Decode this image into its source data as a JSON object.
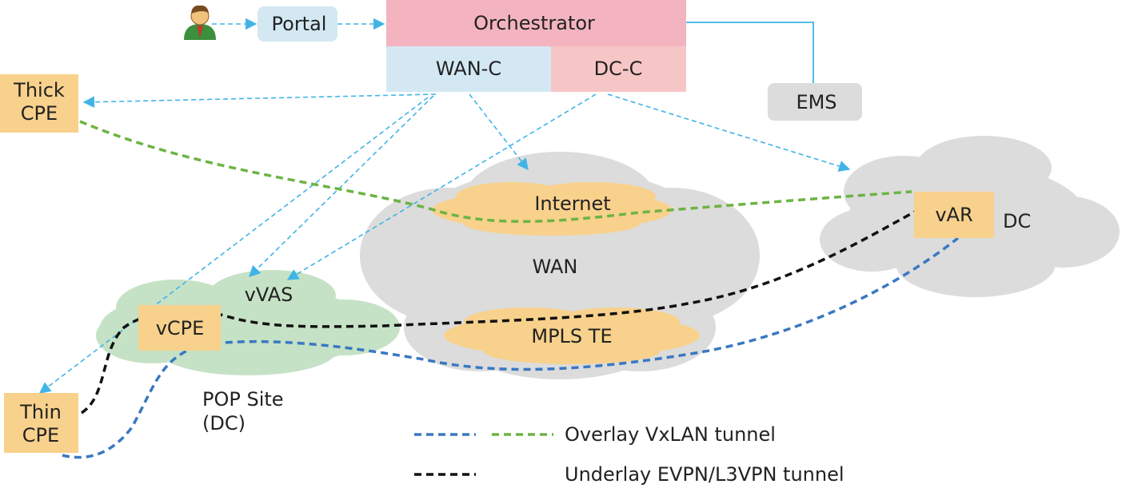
{
  "colors": {
    "orchestrator": "#f4b4bf",
    "wanc": "#d3e8f3",
    "dcc": "#f6c6c6",
    "portal": "#d3e8f3",
    "ems": "#dcdcdc",
    "device": "#f8d18c",
    "cloud_gray": "#dcdcdc",
    "cloud_green": "#c6e2c6",
    "cloud_orange": "#f8d18c",
    "control_link": "#40b4e6",
    "overlay_blue": "#3a78c2",
    "overlay_green": "#6cb443",
    "underlay_black": "#111111"
  },
  "nodes": {
    "user": {
      "icon": "user-icon"
    },
    "portal": {
      "label": "Portal"
    },
    "orchestrator": {
      "label": "Orchestrator"
    },
    "wan_c": {
      "label": "WAN-C"
    },
    "dc_c": {
      "label": "DC-C"
    },
    "ems": {
      "label": "EMS"
    },
    "thick_cpe": {
      "line1": "Thick",
      "line2": "CPE"
    },
    "thin_cpe": {
      "line1": "Thin",
      "line2": "CPE"
    },
    "vcpe": {
      "label": "vCPE"
    },
    "var": {
      "label": "vAR"
    },
    "internet": {
      "label": "Internet"
    },
    "mpls_te": {
      "label": "MPLS TE"
    },
    "wan": {
      "label": "WAN"
    },
    "vvas": {
      "label": "vVAS"
    },
    "pop_site": {
      "line1": "POP Site",
      "line2": "(DC)"
    },
    "dc": {
      "label": "DC"
    }
  },
  "legend": {
    "overlay": "Overlay VxLAN tunnel",
    "underlay": "Underlay EVPN/L3VPN tunnel"
  }
}
